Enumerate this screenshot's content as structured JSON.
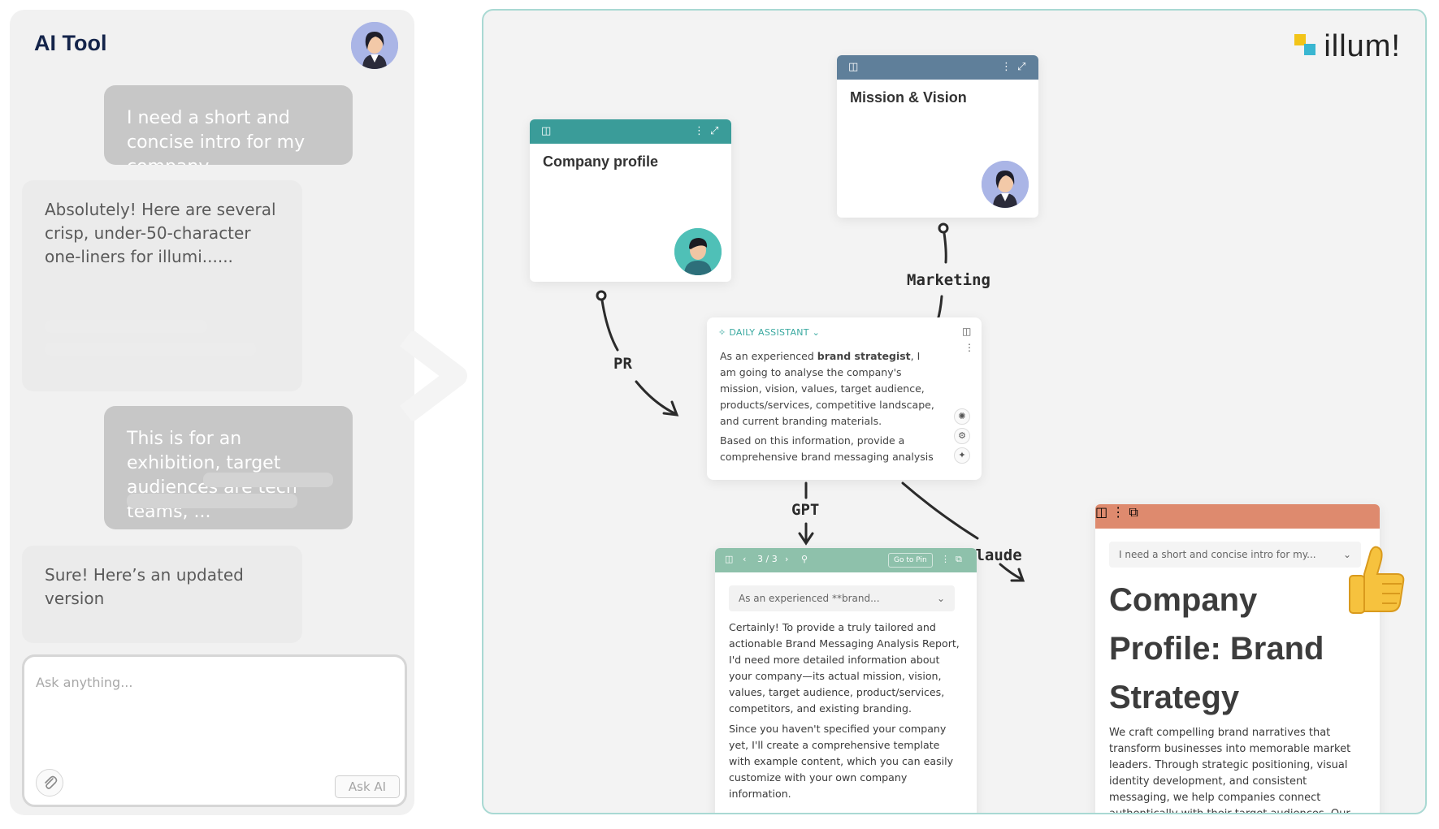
{
  "chat": {
    "title": "AI Tool",
    "messages": [
      {
        "role": "user",
        "text": "I need a short and concise intro for my company."
      },
      {
        "role": "ai",
        "text": "Absolutely! Here are several crisp, under-50-character one-liners for illumi......"
      },
      {
        "role": "user",
        "text": "This is for an exhibition, target audiences are tech teams, ..."
      },
      {
        "role": "ai",
        "text": "Sure! Here’s an updated version"
      }
    ],
    "input_placeholder": "Ask anything...",
    "ask_button": "Ask AI"
  },
  "canvas": {
    "logo_text": "illum!",
    "company_profile": {
      "title": "Company profile"
    },
    "mission_vision": {
      "title": "Mission & Vision"
    },
    "flow_labels": {
      "pr": "PR",
      "marketing": "Marketing",
      "gpt": "GPT",
      "claude": "Claude"
    },
    "assistant": {
      "header": "DAILY ASSISTANT",
      "para1_pre": "As an experienced ",
      "para1_bold": "brand strategist",
      "para1_post": ", I am going to analyse the company's mission, vision, values, target audience, products/services, competitive landscape, and current branding materials.",
      "para2": "Based on this information, provide a comprehensive brand messaging analysis"
    },
    "gpt": {
      "pager": "3 / 3",
      "go_to_pin": "Go to Pin",
      "selected_prompt": "As an experienced **brand...",
      "para1": "Certainly! To provide a truly tailored and actionable Brand Messaging Analysis Report, I'd need more detailed information about your company—its actual mission, vision, values, target audience, product/services, competitors, and existing branding.",
      "para2": "Since you haven't specified your company yet, I'll create a comprehensive template with example content, which you can easily customize with your own company information."
    },
    "claude": {
      "selected_prompt": "I need a short and concise intro for my...",
      "heading": "Company Profile: Brand Strategy",
      "body": "We craft compelling brand narratives that transform businesses into memorable market leaders. Through strategic positioning, visual identity development, and consistent messaging, we help companies connect authentically with their target audiences. Our data-driven approach"
    }
  },
  "colors": {
    "teal_header": "#3a9c99",
    "slate_header": "#5f7f9a",
    "gpt_header": "#8ec1ab",
    "claude_header": "#de8a6e",
    "canvas_border": "#a9d9d3"
  },
  "icons": [
    "user-avatar-icon",
    "panel-icon",
    "more-vertical-icon",
    "expand-icon",
    "paperclip-icon",
    "sparkle-icon",
    "pin-icon",
    "copy-icon",
    "thumbs-up-icon",
    "chevron-right-icon"
  ]
}
